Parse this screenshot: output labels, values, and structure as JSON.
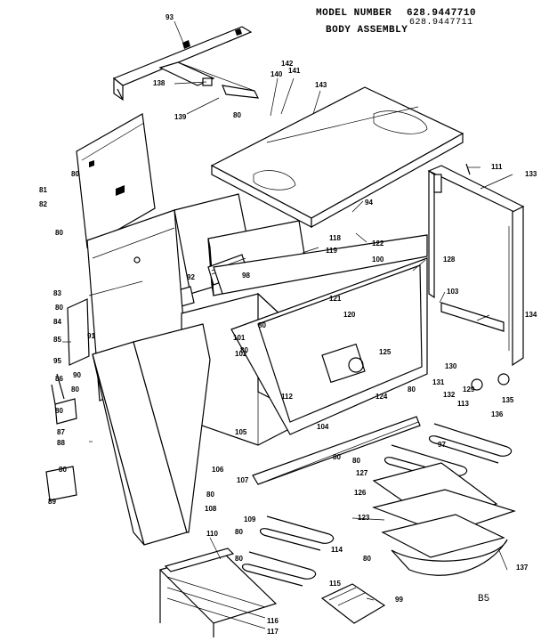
{
  "header": {
    "model_label": "MODEL NUMBER",
    "model_primary": "628.9447710",
    "model_secondary": "628.9447711",
    "assembly_label": "BODY ASSEMBLY"
  },
  "page_code": "B5",
  "part_labels": [
    "93",
    "138",
    "139",
    "142",
    "140",
    "141",
    "143",
    "80",
    "111",
    "133",
    "94",
    "118",
    "122",
    "100",
    "128",
    "98",
    "92",
    "119",
    "103",
    "134",
    "121",
    "120",
    "125",
    "102",
    "101",
    "130",
    "129",
    "113",
    "135",
    "112",
    "131",
    "132",
    "124",
    "136",
    "104",
    "97",
    "105",
    "106",
    "107",
    "127",
    "126",
    "108",
    "109",
    "123",
    "114",
    "110",
    "115",
    "116",
    "117",
    "99",
    "137",
    "81",
    "82",
    "83",
    "84",
    "85",
    "91",
    "95",
    "86",
    "90",
    "87",
    "88",
    "89"
  ]
}
